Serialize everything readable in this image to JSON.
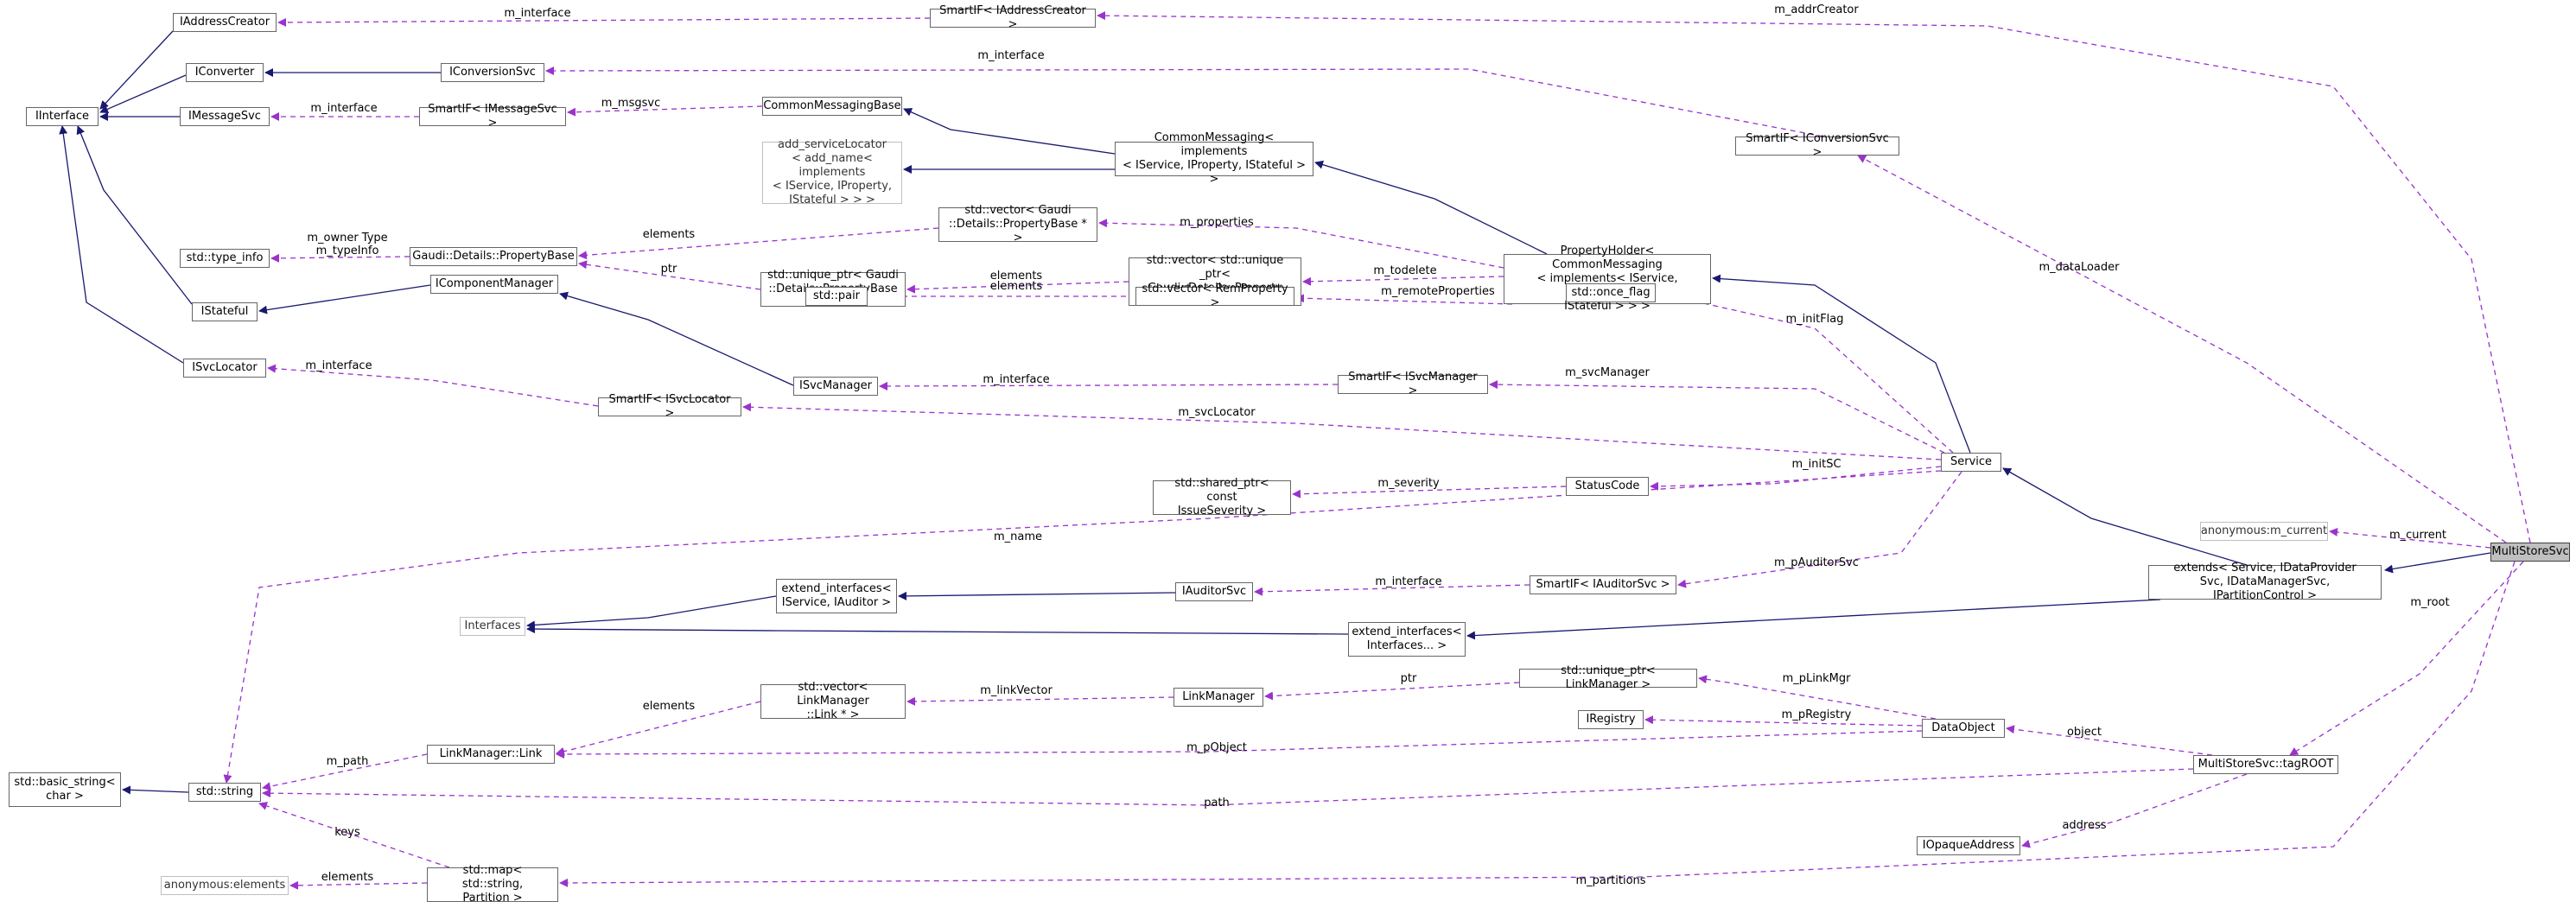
{
  "diagram": {
    "nodes": [
      {
        "id": "IAddressCreator",
        "label": "IAddressCreator",
        "style": "normal"
      },
      {
        "id": "IConverter",
        "label": "IConverter",
        "style": "normal"
      },
      {
        "id": "IInterface",
        "label": "IInterface",
        "style": "normal"
      },
      {
        "id": "IMessageSvc",
        "label": "IMessageSvc",
        "style": "normal"
      },
      {
        "id": "type_info",
        "label": "std::type_info",
        "style": "normal"
      },
      {
        "id": "IStateful",
        "label": "IStateful",
        "style": "normal"
      },
      {
        "id": "ISvcLocator",
        "label": "ISvcLocator",
        "style": "normal"
      },
      {
        "id": "basic_string",
        "label": "std::basic_string<\nchar >",
        "style": "normal"
      },
      {
        "id": "SmartIF_IAddressCreator",
        "label": "SmartIF< IAddressCreator >",
        "style": "normal"
      },
      {
        "id": "IConversionSvc",
        "label": "IConversionSvc",
        "style": "normal"
      },
      {
        "id": "SmartIF_IMessageSvc",
        "label": "SmartIF< IMessageSvc >",
        "style": "normal"
      },
      {
        "id": "CommonMessagingBase",
        "label": "CommonMessagingBase",
        "style": "normal"
      },
      {
        "id": "add_serviceLocator",
        "label": "add_serviceLocator\n< add_name< implements\n< IService, IProperty,\nIStateful > > >",
        "style": "grey"
      },
      {
        "id": "CommonMessaging",
        "label": "CommonMessaging< implements\n< IService, IProperty, IStateful > >",
        "style": "normal"
      },
      {
        "id": "PropertyBase",
        "label": "Gaudi::Details::PropertyBase",
        "style": "normal"
      },
      {
        "id": "vector_PropertyBase",
        "label": "std::vector< Gaudi\n::Details::PropertyBase * >",
        "style": "normal"
      },
      {
        "id": "unique_ptr_PropertyBase",
        "label": "std::unique_ptr< Gaudi\n::Details::PropertyBase >",
        "style": "normal"
      },
      {
        "id": "vector_unique_ptr",
        "label": "std::vector< std::unique\n_ptr< Gaudi::Details::Property\nBase > >",
        "style": "normal"
      },
      {
        "id": "PropertyHolder",
        "label": "PropertyHolder< CommonMessaging\n< implements< IService, IProperty,\nIStateful > > >",
        "style": "normal"
      },
      {
        "id": "IComponentManager",
        "label": "IComponentManager",
        "style": "normal"
      },
      {
        "id": "std_pair",
        "label": "std::pair",
        "style": "normal"
      },
      {
        "id": "vector_RemProperty",
        "label": "std::vector< RemProperty >",
        "style": "normal"
      },
      {
        "id": "once_flag",
        "label": "std::once_flag",
        "style": "normal"
      },
      {
        "id": "ISvcManager",
        "label": "ISvcManager",
        "style": "normal"
      },
      {
        "id": "SmartIF_ISvcManager",
        "label": "SmartIF< ISvcManager >",
        "style": "normal"
      },
      {
        "id": "SmartIF_ISvcLocator",
        "label": "SmartIF< ISvcLocator >",
        "style": "normal"
      },
      {
        "id": "Service",
        "label": "Service",
        "style": "normal"
      },
      {
        "id": "shared_ptr",
        "label": "std::shared_ptr< const\nIssueSeverity >",
        "style": "normal"
      },
      {
        "id": "StatusCode",
        "label": "StatusCode",
        "style": "normal"
      },
      {
        "id": "SmartIF_IConversionSvc",
        "label": "SmartIF< IConversionSvc >",
        "style": "normal"
      },
      {
        "id": "anon_current",
        "label": "anonymous:m_current",
        "style": "grey"
      },
      {
        "id": "MultiStoreSvc",
        "label": "MultiStoreSvc",
        "style": "focus"
      },
      {
        "id": "extend_interfaces_IAuditor",
        "label": "extend_interfaces<\nIService, IAuditor >",
        "style": "normal"
      },
      {
        "id": "IAuditorSvc",
        "label": "IAuditorSvc",
        "style": "normal"
      },
      {
        "id": "SmartIF_IAuditorSvc",
        "label": "SmartIF< IAuditorSvc >",
        "style": "normal"
      },
      {
        "id": "extends_Service",
        "label": "extends< Service, IDataProvider\nSvc, IDataManagerSvc, IPartitionControl >",
        "style": "normal"
      },
      {
        "id": "Interfaces",
        "label": "Interfaces",
        "style": "grey"
      },
      {
        "id": "extend_interfaces_dots",
        "label": "extend_interfaces<\nInterfaces... >",
        "style": "normal"
      },
      {
        "id": "vector_Link",
        "label": "std::vector< LinkManager\n::Link * >",
        "style": "normal"
      },
      {
        "id": "LinkManager",
        "label": "LinkManager",
        "style": "normal"
      },
      {
        "id": "unique_ptr_LinkManager",
        "label": "std::unique_ptr< LinkManager >",
        "style": "normal"
      },
      {
        "id": "IRegistry",
        "label": "IRegistry",
        "style": "normal"
      },
      {
        "id": "DataObject",
        "label": "DataObject",
        "style": "normal"
      },
      {
        "id": "Link",
        "label": "LinkManager::Link",
        "style": "normal"
      },
      {
        "id": "std_string",
        "label": "std::string",
        "style": "normal"
      },
      {
        "id": "tagROOT",
        "label": "MultiStoreSvc::tagROOT",
        "style": "normal"
      },
      {
        "id": "IOpaqueAddress",
        "label": "IOpaqueAddress",
        "style": "normal"
      },
      {
        "id": "anon_elements",
        "label": "anonymous:elements",
        "style": "grey"
      },
      {
        "id": "std_map",
        "label": "std::map< std::string,\nPartition >",
        "style": "normal"
      }
    ],
    "edge_labels": [
      "m_interface",
      "m_addrCreator",
      "m_interface",
      "m_interface",
      "m_msgsvc",
      "m_owner Type\nm_typeInfo",
      "elements",
      "m_properties",
      "ptr",
      "elements",
      "m_todelete",
      "m_remoteProperties",
      "m_dataLoader",
      "elements",
      "m_initFlag",
      "m_interface",
      "m_interface",
      "m_svcManager",
      "m_svcLocator",
      "m_severity",
      "m_initSC",
      "m_name",
      "m_current",
      "m_interface",
      "m_pAuditorSvc",
      "m_root",
      "ptr",
      "elements",
      "m_linkVector",
      "m_pLinkMgr",
      "m_pRegistry",
      "m_path",
      "m_pObject",
      "object",
      "path",
      "keys",
      "address",
      "elements",
      "m_partitions"
    ],
    "colors": {
      "inheritance": "#191970",
      "usage": "#9a32cd",
      "node_border": "#666666",
      "focus_fill": "#bfbfbf"
    }
  }
}
